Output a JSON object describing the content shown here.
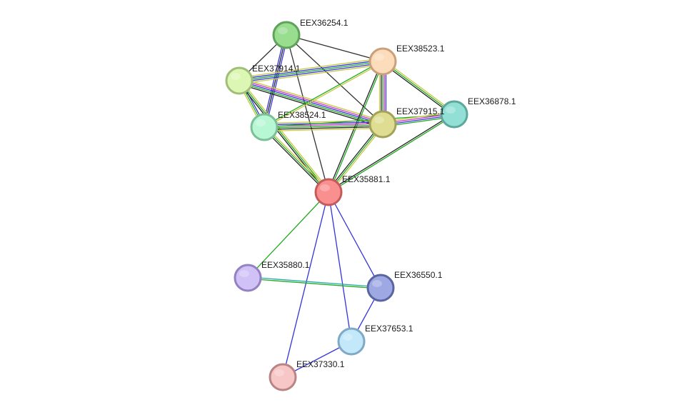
{
  "nodes": [
    {
      "id": "EEX36254",
      "label": "EEX36254.1",
      "fill": "#99dd8f",
      "stroke": "#5fa35a"
    },
    {
      "id": "EEX38523",
      "label": "EEX38523.1",
      "fill": "#fcdcba",
      "stroke": "#c9a07a"
    },
    {
      "id": "EEX37914",
      "label": "EEX37914.1",
      "fill": "#dcf7b4",
      "stroke": "#a2bd79"
    },
    {
      "id": "EEX36878",
      "label": "EEX36878.1",
      "fill": "#92dfd5",
      "stroke": "#5ea79b"
    },
    {
      "id": "EEX38524",
      "label": "EEX38524.1",
      "fill": "#b8f7d4",
      "stroke": "#7cbf99"
    },
    {
      "id": "EEX37915",
      "label": "EEX37915.1",
      "fill": "#dedd92",
      "stroke": "#a2a25a"
    },
    {
      "id": "EEX35881",
      "label": "EEX35881.1",
      "fill": "#fa8f8f",
      "stroke": "#c45a5a"
    },
    {
      "id": "EEX35880",
      "label": "EEX35880.1",
      "fill": "#d0c2f6",
      "stroke": "#9581c2"
    },
    {
      "id": "EEX36550",
      "label": "EEX36550.1",
      "fill": "#9ea8e2",
      "stroke": "#5a64a0"
    },
    {
      "id": "EEX37653",
      "label": "EEX37653.1",
      "fill": "#c2e8fa",
      "stroke": "#7fa9c4"
    },
    {
      "id": "EEX37330",
      "label": "EEX37330.1",
      "fill": "#f7c6c6",
      "stroke": "#b98484"
    }
  ],
  "edges": [
    {
      "source": "EEX36254",
      "target": "EEX37914",
      "colors": [
        "#333333"
      ]
    },
    {
      "source": "EEX36254",
      "target": "EEX38524",
      "colors": [
        "#3333dd",
        "#222222",
        "#3333dd"
      ]
    },
    {
      "source": "EEX36254",
      "target": "EEX38523",
      "colors": [
        "#333333"
      ]
    },
    {
      "source": "EEX36254",
      "target": "EEX37915",
      "colors": [
        "#333333"
      ]
    },
    {
      "source": "EEX36254",
      "target": "EEX35881",
      "colors": [
        "#333333"
      ]
    },
    {
      "source": "EEX37914",
      "target": "EEX38523",
      "colors": [
        "#c8c83c",
        "#3333dd",
        "#22aa22",
        "#3333dd",
        "#c8c83c"
      ]
    },
    {
      "source": "EEX37914",
      "target": "EEX38524",
      "colors": [
        "#3333dd",
        "#22aa22",
        "#c8c83c"
      ]
    },
    {
      "source": "EEX37914",
      "target": "EEX37915",
      "colors": [
        "#c8c83c",
        "#cc33cc",
        "#3333dd",
        "#22aa22",
        "#222222"
      ]
    },
    {
      "source": "EEX37914",
      "target": "EEX35881",
      "colors": [
        "#c8c83c",
        "#22aa22",
        "#222222"
      ]
    },
    {
      "source": "EEX38523",
      "target": "EEX38524",
      "colors": [
        "#c8c83c",
        "#22aa22"
      ]
    },
    {
      "source": "EEX38523",
      "target": "EEX37915",
      "colors": [
        "#3333dd",
        "#cc33cc",
        "#22aa22",
        "#222222",
        "#c8c83c"
      ]
    },
    {
      "source": "EEX38523",
      "target": "EEX36878",
      "colors": [
        "#c8c83c",
        "#22aa22",
        "#222222"
      ]
    },
    {
      "source": "EEX38523",
      "target": "EEX35881",
      "colors": [
        "#22aa22",
        "#222222"
      ]
    },
    {
      "source": "EEX38524",
      "target": "EEX37915",
      "colors": [
        "#c8c83c",
        "#3333dd",
        "#cc33cc",
        "#22aa22",
        "#222222",
        "#c8c83c"
      ]
    },
    {
      "source": "EEX38524",
      "target": "EEX36878",
      "colors": [
        "#22aa22"
      ]
    },
    {
      "source": "EEX38524",
      "target": "EEX35881",
      "colors": [
        "#c8c83c",
        "#22aa22",
        "#222222"
      ]
    },
    {
      "source": "EEX37915",
      "target": "EEX36878",
      "colors": [
        "#c8c83c",
        "#cc33cc",
        "#3333dd",
        "#22aa22"
      ]
    },
    {
      "source": "EEX37915",
      "target": "EEX35881",
      "colors": [
        "#c8c83c",
        "#22aa22",
        "#222222"
      ]
    },
    {
      "source": "EEX36878",
      "target": "EEX35881",
      "colors": [
        "#22aa22",
        "#222222"
      ]
    },
    {
      "source": "EEX35881",
      "target": "EEX35880",
      "colors": [
        "#22aa22"
      ]
    },
    {
      "source": "EEX35881",
      "target": "EEX36550",
      "colors": [
        "#3333dd"
      ]
    },
    {
      "source": "EEX35881",
      "target": "EEX37653",
      "colors": [
        "#3333dd"
      ]
    },
    {
      "source": "EEX35881",
      "target": "EEX37330",
      "colors": [
        "#3333dd"
      ]
    },
    {
      "source": "EEX35880",
      "target": "EEX36550",
      "colors": [
        "#22aaaa",
        "#22aa22"
      ]
    },
    {
      "source": "EEX36550",
      "target": "EEX37653",
      "colors": [
        "#3333dd"
      ]
    },
    {
      "source": "EEX37653",
      "target": "EEX37330",
      "colors": [
        "#3333dd"
      ]
    }
  ]
}
